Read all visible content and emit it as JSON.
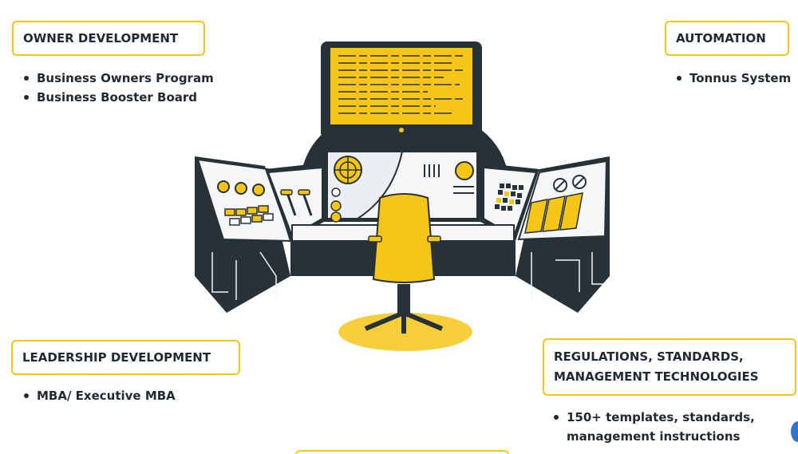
{
  "sections": {
    "owner": {
      "title": "OWNER DEVELOPMENT",
      "items": [
        "Business Owners Program",
        "Business Booster Board"
      ]
    },
    "automation": {
      "title": "AUTOMATION",
      "items": [
        "Tonnus System"
      ]
    },
    "leadership": {
      "title": "LEADERSHIP DEVELOPMENT",
      "items": [
        "MBA/ Executive MBA"
      ]
    },
    "regulations": {
      "title_line1": "REGULATIONS, STANDARDS,",
      "title_line2": "MANAGEMENT TECHNOLOGIES",
      "items": [
        "150+ templates, standards, management instructions"
      ]
    }
  },
  "colors": {
    "accent": "#f5c518",
    "dark": "#263238",
    "text": "#1f2933"
  },
  "illustration": "control-panel-illustration"
}
